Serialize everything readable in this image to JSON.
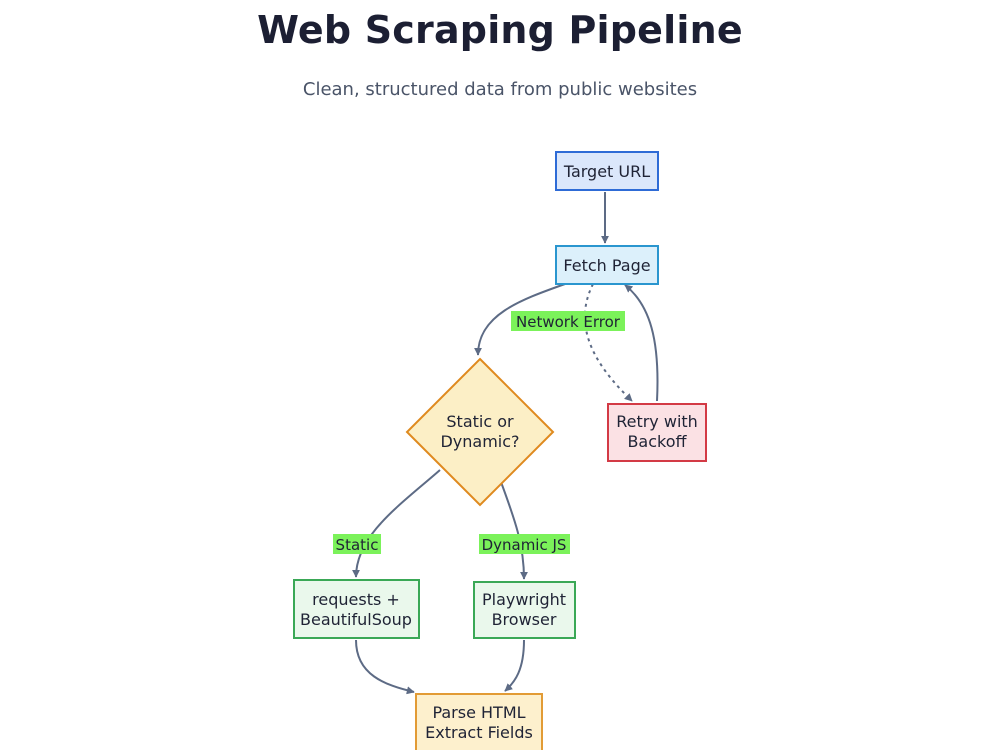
{
  "header": {
    "title": "Web Scraping Pipeline",
    "subtitle": "Clean, structured data from public websites"
  },
  "colors": {
    "edge": "#5d6b85",
    "label_bg": "#7bf25a",
    "target_fill": "#dbe7fb",
    "target_stroke": "#2e6bd6",
    "fetch_fill": "#dcf0fb",
    "fetch_stroke": "#2a96cf",
    "decision_fill": "#fcefc6",
    "decision_stroke": "#df8a1f",
    "retry_fill": "#fbe1e4",
    "retry_stroke": "#d33a45",
    "method_fill": "#eaf8ec",
    "method_stroke": "#3aa856",
    "parse_fill": "#fdf0cd",
    "parse_stroke": "#e29b35"
  },
  "nodes": {
    "target_url": {
      "lines": [
        "Target URL"
      ]
    },
    "fetch_page": {
      "lines": [
        "Fetch Page"
      ]
    },
    "decision": {
      "lines": [
        "Static or",
        "Dynamic?"
      ]
    },
    "retry": {
      "lines": [
        "Retry with",
        "Backoff"
      ]
    },
    "requests": {
      "lines": [
        "requests +",
        "BeautifulSoup"
      ]
    },
    "playwright": {
      "lines": [
        "Playwright",
        "Browser"
      ]
    },
    "parse": {
      "lines": [
        "Parse HTML",
        "Extract Fields"
      ]
    }
  },
  "edge_labels": {
    "network_error": "Network Error",
    "static": "Static",
    "dynamic_js": "Dynamic JS"
  }
}
